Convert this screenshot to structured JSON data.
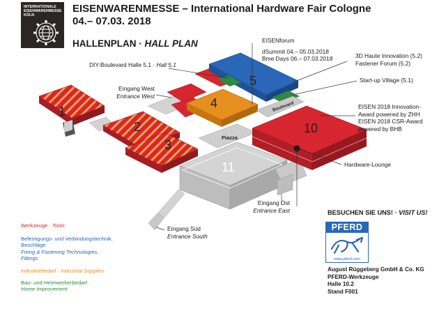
{
  "logo": {
    "lines": [
      "INTERNATIONALE",
      "EISENWARENMESSE",
      "KÖLN"
    ]
  },
  "header": {
    "title": "EISENWARENMESSE – International Hardware Fair Cologne",
    "dates": "04.– 07.03. 2018",
    "plan_title_de": "HALLENPLAN · ",
    "plan_title_en": "HALL PLAN"
  },
  "halls": {
    "h1": "1",
    "h2": "2",
    "h3": "3",
    "h4": "4",
    "h5": "5",
    "h10": "10",
    "h11": "11"
  },
  "map_labels": {
    "piazza": "Piazza",
    "boulevard": "Boulevard"
  },
  "callouts": {
    "eisenforum": "EISENforum",
    "dsummit": "dSummit 04.– 05.03.2018",
    "bme_days": "Bme Days 06.– 07.03.2018",
    "diy_boulevard": "DIY-Boulevard Halle 5.1 · ",
    "diy_boulevard_en": "Hall 5.1",
    "eingang_west": "Eingang West",
    "entrance_west": "Entrance West",
    "haute_innovation": "3D Haute Innovation (5.2)",
    "fastener_forum": "Fastener Forum (5.2)",
    "startup_village": "Start-up Village (5.1)",
    "award_1": "EISEN 2018 Innovation-",
    "award_2": "Award powered by ZHH",
    "award_3": "EISEN 2018 CSR-Award",
    "award_4": "powered by BHB",
    "hardware_lounge": "Hardware-Lounge",
    "eingang_ost": "Eingang Ost",
    "entrance_east": "Entrance East",
    "eingang_sued": "Eingang Süd",
    "entrance_south": "Entrance South"
  },
  "legend": [
    {
      "de": "Werkzeuge · ",
      "en": "Tools",
      "color": "#d7262f"
    },
    {
      "de": "Befestigungs- und Verbindungstechnik,",
      "de2": "Beschläge",
      "en": "Fixing & Fastening Technologies,",
      "en2": "Fittings",
      "color": "#2a67b8"
    },
    {
      "de": "Industriebedarf · ",
      "en": "Industrial Supplies",
      "color": "#e68f1e"
    },
    {
      "de": "Bau- und Heimwerkerbedarf",
      "en": "Home Improvement",
      "color": "#2d8a3e"
    }
  ],
  "visit": {
    "de": "BESUCHEN SIE UNS! · ",
    "en": "VISIT US!"
  },
  "pferd": {
    "word": "PFERD",
    "url": "www.pferd.com"
  },
  "company": {
    "line1": "August Rüggeberg GmbH & Co. KG",
    "line2": "PFERD-Werkzeuge",
    "line3": "Halle 10.2",
    "line4": "Stand F001"
  },
  "colors": {
    "tools_red": "#d7262f",
    "fixing_blue": "#2a67b8",
    "industrial_orange": "#e68f1e",
    "home_green": "#2d8a3e",
    "hall_grey": "#c9c9c9",
    "stripe_orange": "#f1a34a"
  }
}
